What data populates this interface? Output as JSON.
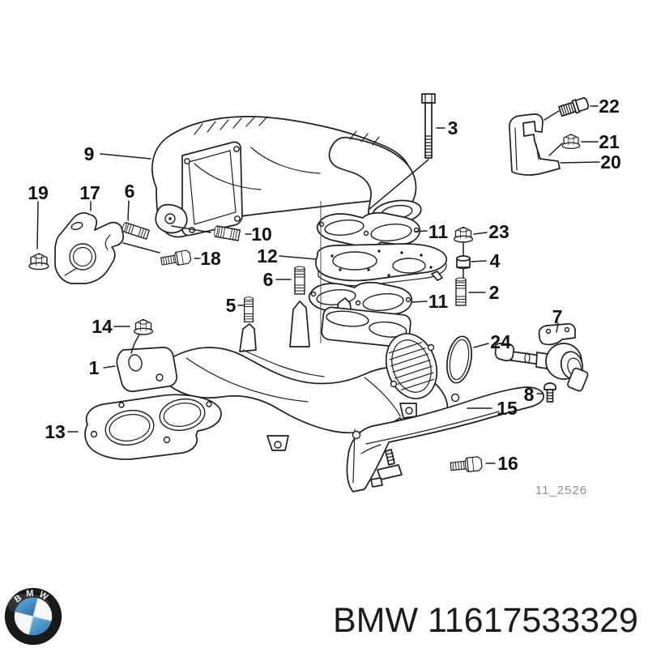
{
  "diagram": {
    "title_hint": "BMW intake manifold exploded parts diagram",
    "watermark": "11_2526",
    "labels": [
      {
        "part": "9",
        "text": "9"
      },
      {
        "part": "3",
        "text": "3"
      },
      {
        "part": "22",
        "text": "22"
      },
      {
        "part": "21",
        "text": "21"
      },
      {
        "part": "20",
        "text": "20"
      },
      {
        "part": "19",
        "text": "19"
      },
      {
        "part": "17",
        "text": "17"
      },
      {
        "part": "6",
        "text": "6"
      },
      {
        "part": "18",
        "text": "18"
      },
      {
        "part": "10",
        "text": "10"
      },
      {
        "part": "12",
        "text": "12"
      },
      {
        "part": "6",
        "text": "6"
      },
      {
        "part": "5",
        "text": "5"
      },
      {
        "part": "11",
        "text": "11"
      },
      {
        "part": "23",
        "text": "23"
      },
      {
        "part": "4",
        "text": "4"
      },
      {
        "part": "2",
        "text": "2"
      },
      {
        "part": "11",
        "text": "11"
      },
      {
        "part": "14",
        "text": "14"
      },
      {
        "part": "1",
        "text": "1"
      },
      {
        "part": "13",
        "text": "13"
      },
      {
        "part": "7",
        "text": "7"
      },
      {
        "part": "24",
        "text": "24"
      },
      {
        "part": "8",
        "text": "8"
      },
      {
        "part": "15",
        "text": "15"
      },
      {
        "part": "16",
        "text": "16"
      }
    ]
  },
  "footer": {
    "brand": "BMW",
    "part_number": "11617533329",
    "logo_text": "BMW"
  },
  "colors": {
    "line_black": "#1f1f1f",
    "label_black": "#111111",
    "watermark_gray": "#8e8e8e",
    "logo_ring_black": "#17191d",
    "logo_blue": "#4189c7",
    "title_black": "#1b1b1b"
  }
}
